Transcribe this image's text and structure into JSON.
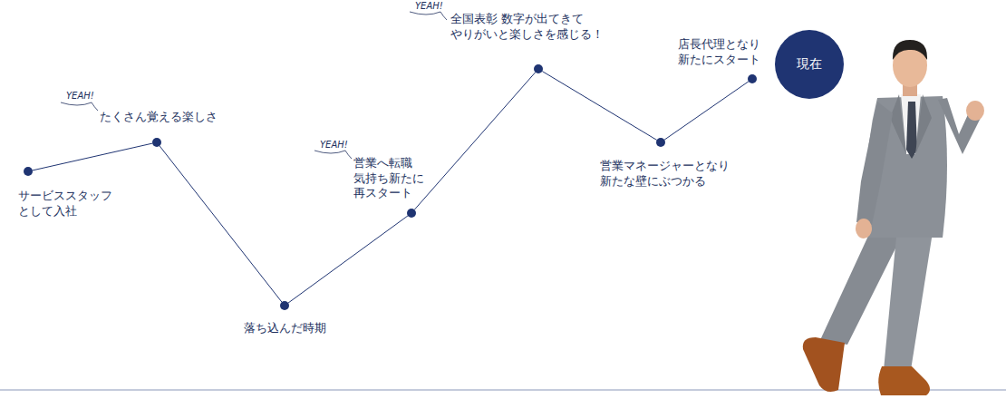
{
  "diagram": {
    "nodes": [
      {
        "text": [
          "サービススタッフ として入社"
        ]
      },
      {
        "text": [
          "たくさん覚える楽しさ"
        ]
      },
      {
        "text": [
          "落ち込んだ時期"
        ]
      },
      {
        "text": [
          "営業へ転職 気持ち新たに 再スタート"
        ]
      },
      {
        "text": [
          "全国表彰 数字が出てきて やりがいと楽しさを感じる！"
        ]
      },
      {
        "text": [
          "営業マネージャーとなり 新たな壁にぶつかる"
        ]
      },
      {
        "text": [
          "店長代理となり 新たにスタート"
        ]
      },
      {
        "text": [
          "現在"
        ]
      }
    ],
    "edges": [
      {
        "from": 0,
        "to": 1,
        "arrow": "none"
      },
      {
        "from": 1,
        "to": 2,
        "arrow": "none"
      },
      {
        "from": 2,
        "to": 3,
        "arrow": "none"
      },
      {
        "from": 3,
        "to": 4,
        "arrow": "none"
      },
      {
        "from": 4,
        "to": 5,
        "arrow": "none"
      },
      {
        "from": 5,
        "to": 6,
        "arrow": "none"
      }
    ],
    "labels": [
      "YEAH!",
      "YEAH!",
      "YEAH!"
    ]
  }
}
